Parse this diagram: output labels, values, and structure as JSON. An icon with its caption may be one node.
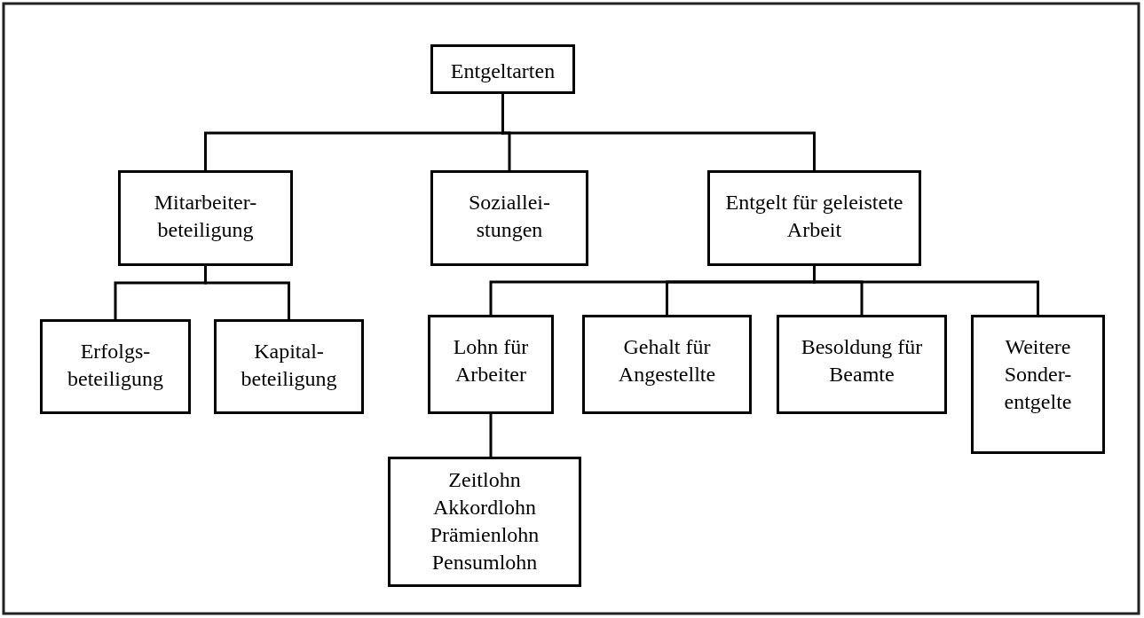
{
  "diagram": {
    "nodes": [
      {
        "text": [
          "Entgeltarten"
        ]
      },
      {
        "text": [
          "Mitarbeiter- beteiligung"
        ]
      },
      {
        "text": [
          "Soziallei- stungen"
        ]
      },
      {
        "text": [
          "Entgelt für geleistete Arbeit"
        ]
      },
      {
        "text": [
          "Erfolgs- beteiligung"
        ]
      },
      {
        "text": [
          "Kapital- beteiligung"
        ]
      },
      {
        "text": [
          "Lohn für Arbeiter"
        ]
      },
      {
        "text": [
          "Gehalt für Angestellte"
        ]
      },
      {
        "text": [
          "Besoldung für Beamte"
        ]
      },
      {
        "text": [
          "Weitere Sonder- entgelte"
        ]
      },
      {
        "text": [
          "Zeitlohn Akkordlohn Prämienlohn Pensumlohn"
        ]
      }
    ],
    "edges": [
      {
        "from": 0,
        "to": 1,
        "arrow": "none"
      },
      {
        "from": 0,
        "to": 2,
        "arrow": "none"
      },
      {
        "from": 0,
        "to": 3,
        "arrow": "none"
      },
      {
        "from": 1,
        "to": 4,
        "arrow": "none"
      },
      {
        "from": 1,
        "to": 5,
        "arrow": "none"
      },
      {
        "from": 3,
        "to": 6,
        "arrow": "none"
      },
      {
        "from": 3,
        "to": 7,
        "arrow": "none"
      },
      {
        "from": 3,
        "to": 8,
        "arrow": "none"
      },
      {
        "from": 3,
        "to": 9,
        "arrow": "none"
      },
      {
        "from": 6,
        "to": 10,
        "arrow": "none"
      }
    ]
  }
}
